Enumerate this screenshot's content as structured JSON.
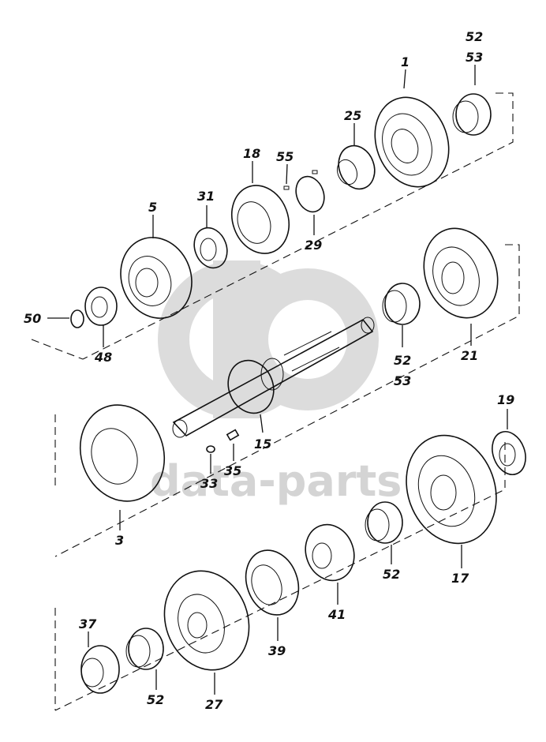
{
  "watermark": {
    "text": "data-parts"
  },
  "callouts": [
    "1",
    "52",
    "53",
    "25",
    "55",
    "18",
    "29",
    "31",
    "5",
    "50",
    "48",
    "52",
    "53",
    "21",
    "15",
    "33",
    "35",
    "19",
    "3",
    "17",
    "52",
    "41",
    "39",
    "37",
    "52",
    "27"
  ]
}
